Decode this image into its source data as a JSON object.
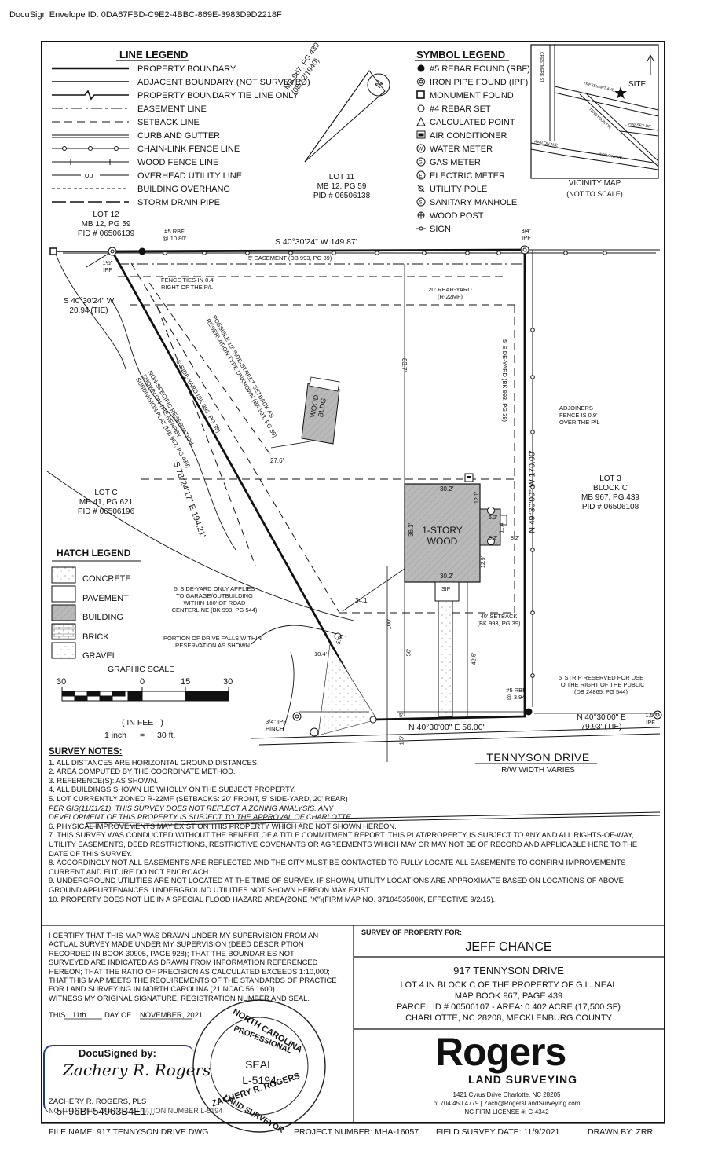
{
  "header": {
    "envelope_id": "DocuSign Envelope ID: 0DA67FBD-C9E2-4BBC-869E-3983D9D2218F"
  },
  "line_legend": {
    "title": "LINE LEGEND",
    "items": [
      {
        "label": "PROPERTY BOUNDARY",
        "style": "thick"
      },
      {
        "label": "ADJACENT BOUNDARY (NOT SURVEYED)",
        "style": "thin"
      },
      {
        "label": "PROPERTY BOUNDARY TIE LINE ONLY",
        "style": "tie"
      },
      {
        "label": "EASEMENT LINE",
        "style": "easement"
      },
      {
        "label": "SETBACK LINE",
        "style": "dashed"
      },
      {
        "label": "CURB AND GUTTER",
        "style": "curb"
      },
      {
        "label": "CHAIN-LINK FENCE LINE",
        "style": "chain"
      },
      {
        "label": "WOOD FENCE LINE",
        "style": "wood"
      },
      {
        "label": "OVERHEAD UTILITY LINE",
        "style": "ou"
      },
      {
        "label": "BUILDING OVERHANG",
        "style": "overhang"
      },
      {
        "label": "STORM DRAIN PIPE",
        "style": "storm"
      }
    ]
  },
  "symbol_legend": {
    "title": "SYMBOL LEGEND",
    "items": [
      {
        "label": "#5 REBAR FOUND (RBF)",
        "icon": "filled-circle"
      },
      {
        "label": "IRON PIPE FOUND (IPF)",
        "icon": "double-circle"
      },
      {
        "label": "MONUMENT FOUND",
        "icon": "square"
      },
      {
        "label": "#4 REBAR SET",
        "icon": "circle"
      },
      {
        "label": "CALCULATED POINT",
        "icon": "triangle"
      },
      {
        "label": "AIR CONDITIONER",
        "icon": "ac-box"
      },
      {
        "label": "WATER METER",
        "icon": "water-meter"
      },
      {
        "label": "GAS METER",
        "icon": "gas-meter"
      },
      {
        "label": "ELECTRIC METER",
        "icon": "electric-meter"
      },
      {
        "label": "UTILITY POLE",
        "icon": "utility-pole"
      },
      {
        "label": "SANITARY MANHOLE",
        "icon": "manhole"
      },
      {
        "label": "WOOD POST",
        "icon": "wood-post"
      },
      {
        "label": "SIGN",
        "icon": "sign"
      }
    ]
  },
  "vicinity": {
    "title": "VICINITY MAP",
    "subtitle": "(NOT TO SCALE)",
    "site": "SITE",
    "streets": [
      "CRESTMERE ST",
      "TRESEVANT AVE",
      "TENNYSON DR",
      "HASSEY DR",
      "AVALON AVE",
      "AVALON AVE"
    ]
  },
  "plat": {
    "mb_stamp": [
      "MB 967, PG 439",
      "(08/12/1940)"
    ],
    "lot11": [
      "LOT 11",
      "MB 12, PG 59",
      "PID # 06506138"
    ],
    "lot12": [
      "LOT 12",
      "MB 12, PG 59",
      "PID # 06506139"
    ],
    "lotc": [
      "LOT C",
      "MB 41, PG 621",
      "PID # 06506196"
    ],
    "lot3": [
      "LOT 3",
      "BLOCK C",
      "MB 967, PG 439",
      "PID # 06506108"
    ],
    "top_bearing": "S 40°30'24\" W  149.87'",
    "rbf_top": [
      "#5 RBF",
      "@ 10.80'"
    ],
    "ipf_top_right": [
      "3/4\"",
      "IPF"
    ],
    "ipf_left": [
      "1½\"",
      "IPF"
    ],
    "easement": "5' EASEMENT (DB 993, PG 39)",
    "tie_left": [
      "S 40°30'24\" W",
      "20.94'(TIE)"
    ],
    "fence_ties": [
      "FENCE TIES-IN 0.4'",
      "RIGHT OF THE P/L"
    ],
    "rear_yard": [
      "20' REAR-YARD",
      "(R-22MF)"
    ],
    "dim_837": "83.7'",
    "side_yard_right": "5' SIDE-YARD (BK 993, PG 39)",
    "adjoiners": [
      "ADJOINERS",
      "FENCE IS 0.9'",
      "OVER THE P/L"
    ],
    "right_bearing": "N 49°30'00\" W  170.00'",
    "diag_bearing": "S 78°24'17\" E  194.21'",
    "side_yard_left": "5' SIDE-YARD (BK 993, PG 39)",
    "possible_setback": [
      "POSSIBLE 10' SIDE-STREET SETBACK AS",
      "RESERVATION TYPE UNKNOWN (BK 993, PG 39)"
    ],
    "nonspecific": [
      "NON-SPECIFIC RESERVATION",
      "SHOWN ON THE NEARBY",
      "SUBDIVISION PLAT (MB 967, PG 439)"
    ],
    "wood_bldg": [
      "WOOD",
      "BLDG"
    ],
    "dim_276": "27.6'",
    "house": [
      "1-STORY",
      "WOOD"
    ],
    "house_dims": {
      "top": "30.2'",
      "bottom": "30.2'",
      "left": "36.3'",
      "r1": "12.1'",
      "r2": "6.2'",
      "r3": "11.4'",
      "r4": "6.2'",
      "r5": "8.2'",
      "r6": "12.9'"
    },
    "sip": "SIP",
    "dim_341": "34.1'",
    "side_note": [
      "5' SIDE-YARD ONLY APPLIES",
      "TO GARAGE/OUTBUILDING",
      "WITHIN 100' OF ROAD",
      "CENTERLINE (BK 993, PG 544)"
    ],
    "front_setback": [
      "40' SETBACK",
      "(BK 993, PG 39)"
    ],
    "portion_drive": [
      "PORTION OF DRIVE FALLS WITHIN",
      "RESERVATION AS SHOWN"
    ],
    "dims_misc": {
      "d104": "10.4'",
      "d59": "5.9'",
      "d100": "100'",
      "d50": "50'",
      "d425": "42.5'",
      "d5": "5'",
      "d15": "1.5'"
    },
    "rbf_bottom": [
      "#5 RBF",
      "@ 3.94'"
    ],
    "strip": [
      "5' STRIP RESERVED FOR USE",
      "TO THE RIGHT OF THE PUBLIC",
      "(DB 24865, PG 544)"
    ],
    "ipf_bottom_left": [
      "3/4\" IPF",
      "PINCH"
    ],
    "bottom_bearing": "N 40°30'00\" E  56.00'",
    "tie_bottom": [
      "N 40°30'00\" E",
      "79.93' (TIE)"
    ],
    "ipf_bottom_right": [
      "1.5\"",
      "IPF"
    ],
    "street": "TENNYSON DRIVE",
    "rw": "R/W WIDTH VARIES",
    "north": "N"
  },
  "hatch_legend": {
    "title": "HATCH LEGEND",
    "items": [
      "CONCRETE",
      "PAVEMENT",
      "BUILDING",
      "BRICK",
      "GRAVEL"
    ]
  },
  "scale": {
    "title": "GRAPHIC SCALE",
    "ticks": [
      "30",
      "0",
      "15",
      "30"
    ],
    "units": "( IN FEET )",
    "ratio_left": "1 inch",
    "ratio_eq": "=",
    "ratio_right": "30 ft."
  },
  "notes": {
    "title": "SURVEY NOTES:",
    "lines": [
      "1. ALL DISTANCES ARE HORIZONTAL GROUND DISTANCES.",
      "2. AREA COMPUTED BY THE COORDINATE METHOD.",
      "3. REFERENCE(S): AS SHOWN.",
      "4. ALL BUILDINGS SHOWN LIE WHOLLY ON THE SUBJECT PROPERTY.",
      "5. LOT CURRENTLY ZONED R-22MF (SETBACKS: 20' FRONT, 5' SIDE-YARD, 20' REAR)",
      "PER GIS(11/11/21). THIS SURVEY DOES NOT REFLECT A ZONING ANALYSIS. ANY",
      "DEVELOPMENT OF THIS PROPERTY IS SUBJECT TO THE APPROVAL OF CHARLOTTE.",
      "6. PHYSICAL IMPROVEMENTS MAY EXIST ON THIS PROPERTY WHICH ARE NOT SHOWN HEREON.",
      "7. THIS SURVEY WAS CONDUCTED WITHOUT THE BENEFIT OF A TITLE COMMITMENT REPORT. THIS PLAT/PROPERTY IS SUBJECT TO ANY AND ALL RIGHTS-OF-WAY,",
      "UTILITY EASEMENTS, DEED RESTRICTIONS, RESTRICTIVE COVENANTS OR AGREEMENTS WHICH MAY OR MAY NOT BE OF RECORD AND APPLICABLE HERE TO THE",
      "DATE OF THIS SURVEY.",
      "8. ACCORDINGLY NOT ALL EASEMENTS ARE REFLECTED AND THE CITY MUST BE CONTACTED TO FULLY LOCATE ALL EASEMENTS TO CONFIRM IMPROVEMENTS",
      "CURRENT AND FUTURE DO NOT ENCROACH.",
      "9. UNDERGROUND UTILITIES ARE NOT LOCATED AT THE TIME OF SURVEY. IF SHOWN, UTILITY LOCATIONS ARE APPROXIMATE BASED ON LOCATIONS OF ABOVE",
      "GROUND APPURTENANCES. UNDERGROUND UTILITIES NOT SHOWN HEREON MAY EXIST.",
      "10. PROPERTY DOES NOT LIE IN A SPECIAL FLOOD HAZARD AREA(ZONE \"X\")(FIRM MAP NO. 3710453500K, EFFECTIVE 9/2/15)."
    ]
  },
  "certification": {
    "lines": [
      "I CERTIFY THAT THIS MAP WAS DRAWN UNDER MY SUPERVISION FROM AN",
      "ACTUAL SURVEY MADE UNDER MY SUPERVISION (DEED DESCRIPTION",
      "RECORDED IN BOOK 30905, PAGE 928); THAT THE BOUNDARIES NOT",
      "SURVEYED ARE INDICATED AS DRAWN FROM INFORMATION REFERENCED",
      "HEREON; THAT THE RATIO OF PRECISION AS CALCULATED EXCEEDS 1:10,000;",
      "THAT THIS MAP MEETS THE REQUIREMENTS OF THE STANDARDS OF PRACTICE",
      "FOR LAND SURVEYING IN NORTH CAROLINA (21 NCAC 56.1600).",
      "WITNESS MY ORIGINAL SIGNATURE, REGISTRATION NUMBER AND SEAL."
    ],
    "this": "THIS",
    "day": "11th",
    "day_of": "DAY OF",
    "month": "NOVEMBER",
    "year": ", 2021",
    "docusigned": "DocuSigned by:",
    "signature": "Zachery R. Rogers",
    "signer": "ZACHERY R. ROGERS, PLS",
    "reg_prefix": "NORTH CAROLINA REGISTRATION NUMBER L-5194",
    "docusign_id": "5F96BF54963B4E1..."
  },
  "seal": {
    "top": "NORTH CAROLINA",
    "professional": "PROFESSIONAL",
    "seal": "SEAL",
    "number": "L-5194",
    "bottom1": "LAND SURVEYOR",
    "bottom2": "ZACHERY R. ROGERS"
  },
  "title_block": {
    "survey_for_label": "SURVEY OF PROPERTY FOR:",
    "client": "JEFF CHANCE",
    "address": "917 TENNYSON DRIVE",
    "lines": [
      "LOT 4 IN BLOCK C OF THE PROPERTY OF G.L. NEAL",
      "MAP BOOK 967, PAGE 439",
      "PARCEL ID # 06506107 - AREA: 0.402 ACRE (17,500 SF)",
      "CHARLOTTE, NC 28208, MECKLENBURG COUNTY"
    ]
  },
  "company": {
    "name": "Rogers",
    "sub": "LAND SURVEYING",
    "address": "1421 Cyrus Drive     Charlotte, NC 28205",
    "contact": "p: 704.450.4779  |  Zach@RogersLandSurveying.com",
    "license": "NC FIRM LICENSE #: C-4342"
  },
  "footer": {
    "file": "FILE NAME: 917 TENNYSON DRIVE.DWG",
    "project": "PROJECT NUMBER: MHA-16057",
    "field": "FIELD SURVEY DATE: 11/9/2021",
    "drawn": "DRAWN BY: ZRR"
  }
}
